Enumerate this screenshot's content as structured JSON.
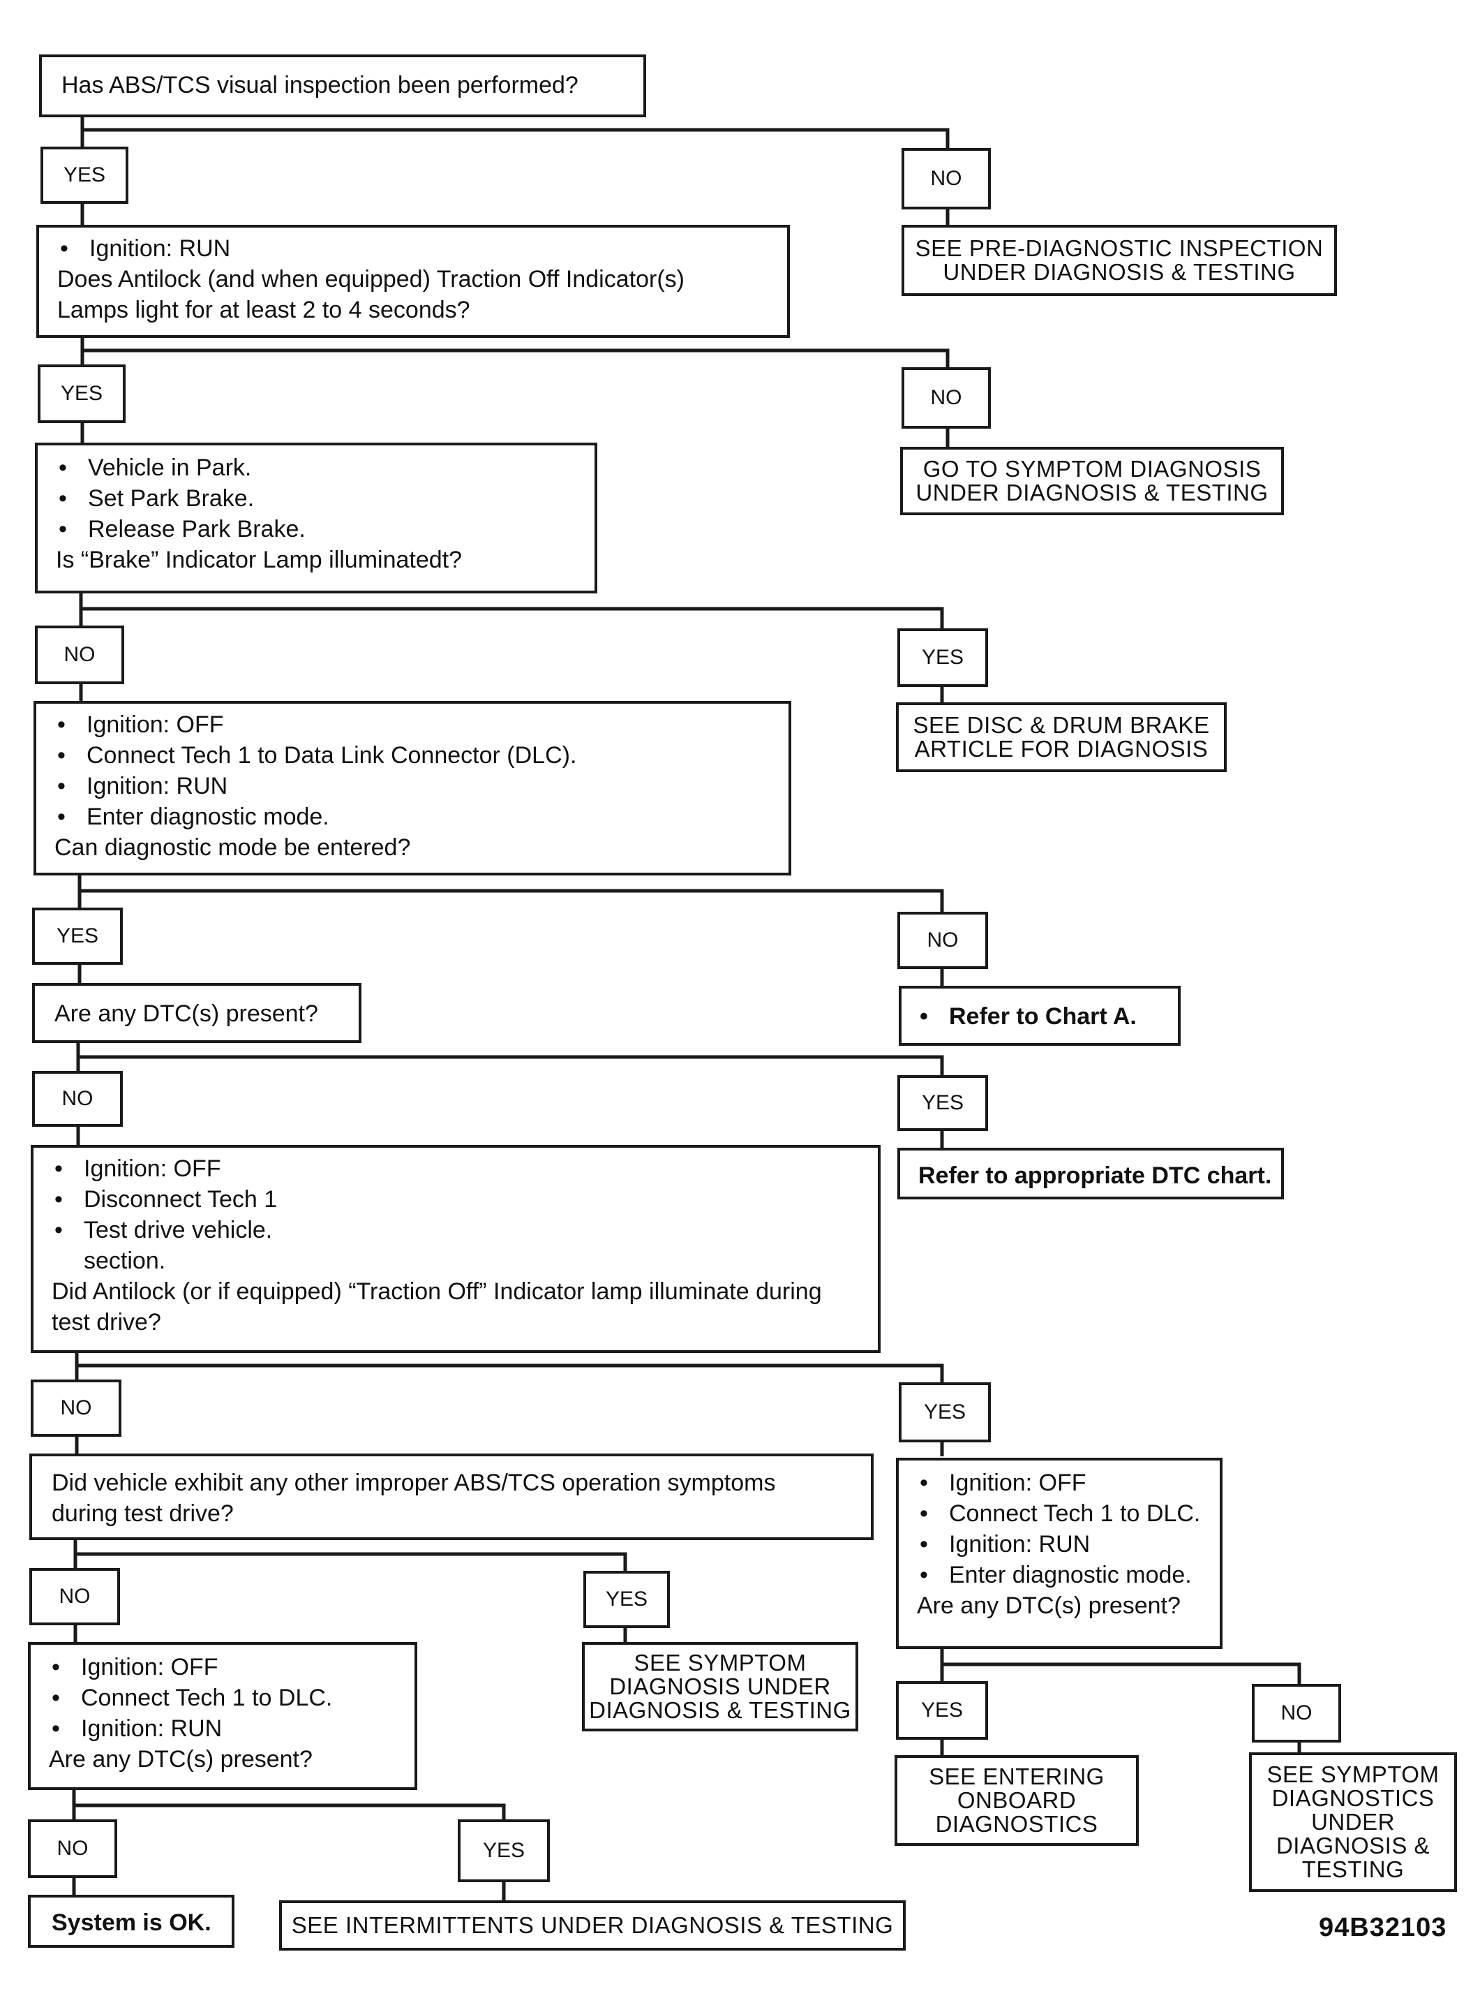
{
  "q1": "Has ABS/TCS visual inspection been performed?",
  "yes": "YES",
  "no": "NO",
  "r1_no": [
    "SEE PRE-DIAGNOSTIC INSPECTION",
    "UNDER DIAGNOSIS & TESTING"
  ],
  "q2": {
    "bullets": [
      "Ignition: RUN"
    ],
    "lines": [
      "Does Antilock (and when equipped) Traction Off Indicator(s)",
      "Lamps light for at least 2 to 4 seconds?"
    ]
  },
  "r2_no": [
    "GO TO SYMPTOM DIAGNOSIS",
    "UNDER DIAGNOSIS & TESTING"
  ],
  "q3": {
    "bullets": [
      "Vehicle in Park.",
      "Set Park Brake.",
      "Release Park Brake."
    ],
    "lines": [
      "Is “Brake” Indicator Lamp illuminatedt?"
    ]
  },
  "r3_yes": [
    "SEE DISC & DRUM BRAKE",
    "ARTICLE FOR DIAGNOSIS"
  ],
  "q4": {
    "bullets": [
      "Ignition: OFF",
      "Connect Tech 1 to Data Link Connector (DLC).",
      "Ignition: RUN",
      "Enter diagnostic mode."
    ],
    "lines": [
      "Can diagnostic mode be entered?"
    ]
  },
  "q5": "Are any DTC(s) present?",
  "r5_no": "Refer to Chart A.",
  "r6_yes": "Refer to appropriate DTC chart.",
  "q6": {
    "bullets": [
      "Ignition: OFF",
      "Disconnect Tech 1",
      "Test drive vehicle."
    ],
    "indent": "section.",
    "lines": [
      "Did Antilock (or if equipped) “Traction Off” Indicator lamp illuminate during",
      "test drive?"
    ]
  },
  "q7": [
    "Did vehicle exhibit any other improper ABS/TCS operation symptoms",
    "during test drive?"
  ],
  "r7_yes": [
    "SEE SYMPTOM",
    "DIAGNOSIS UNDER",
    "DIAGNOSIS & TESTING"
  ],
  "q8": {
    "bullets": [
      "Ignition: OFF",
      "Connect Tech 1 to DLC.",
      "Ignition: RUN"
    ],
    "lines": [
      "Are any DTC(s) present?"
    ]
  },
  "r8_no": "System is OK.",
  "r8_yes": "SEE INTERMITTENTS UNDER DIAGNOSIS & TESTING",
  "q9": {
    "bullets": [
      "Ignition: OFF",
      "Connect Tech 1 to DLC.",
      "Ignition: RUN",
      "Enter diagnostic mode."
    ],
    "lines": [
      "Are any DTC(s) present?"
    ]
  },
  "r9_yes": [
    "SEE ENTERING",
    "ONBOARD",
    "DIAGNOSTICS"
  ],
  "r9_no": [
    "SEE SYMPTOM",
    "DIAGNOSTICS",
    "UNDER",
    "DIAGNOSIS &",
    "TESTING"
  ],
  "figure_number": "94B32103"
}
